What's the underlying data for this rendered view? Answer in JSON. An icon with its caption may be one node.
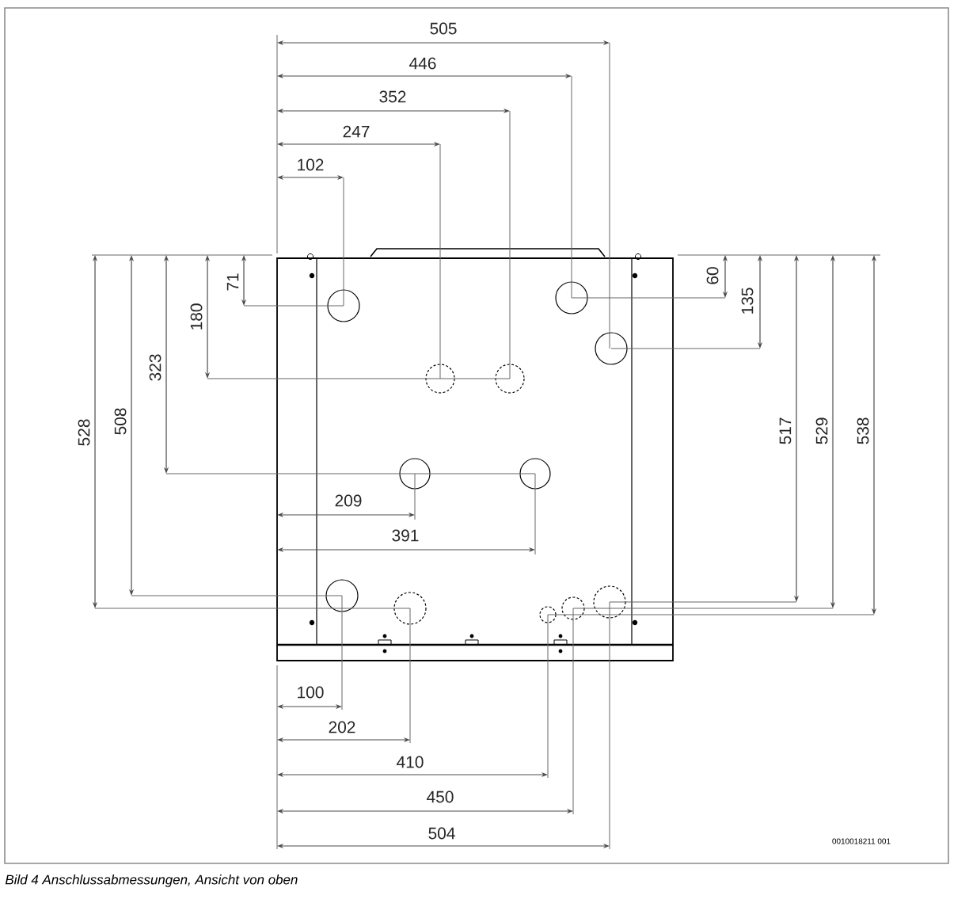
{
  "diagram": {
    "caption": "Bild 4 Anschlussabmessungen, Ansicht von oben",
    "labels": [
      "505",
      "446",
      "352",
      "247",
      "102",
      "71",
      "60",
      "180",
      "135",
      "323",
      "528",
      "508",
      "517",
      "529",
      "538",
      "209",
      "391",
      "100",
      "202",
      "410",
      "450",
      "504",
      "0010018211 001"
    ]
  }
}
